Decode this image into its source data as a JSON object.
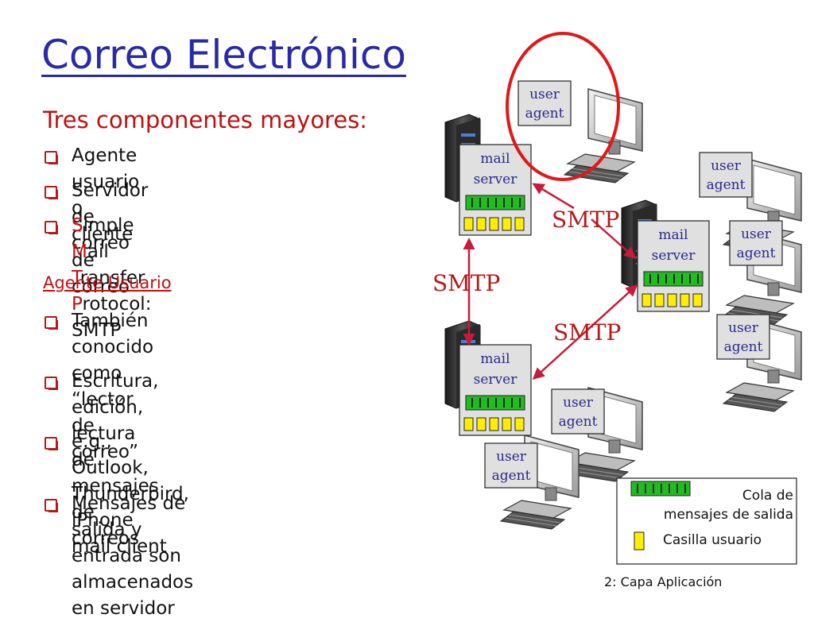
{
  "title": "Correo Electrónico",
  "subtitle": "Tres componentes mayores:",
  "bullets_main": [
    {
      "parts": [
        {
          "t": "Agente usuario o cliente de correo",
          "h": false
        }
      ]
    },
    {
      "parts": [
        {
          "t": "Servidor de correo",
          "h": false
        }
      ]
    },
    {
      "parts": [
        {
          "t": "S",
          "h": true
        },
        {
          "t": "imple ",
          "h": false
        },
        {
          "t": "M",
          "h": true
        },
        {
          "t": "ail ",
          "h": false
        },
        {
          "t": "T",
          "h": true
        },
        {
          "t": "ransfer ",
          "h": false
        },
        {
          "t": "P",
          "h": true
        },
        {
          "t": "rotocol:\nSMTP",
          "h": false
        }
      ]
    }
  ],
  "agent_heading": "Agente Usuario",
  "bullets_agent": [
    "También conocido como “lector de\ncorreo”",
    "Escritura, edición, lectura de\nmensajes de correos",
    "e.g., Outlook, Thunderbird, iPhone\nmail client",
    "Mensajes de salida y entrada son\nalmacenados en servidor"
  ],
  "diagram": {
    "user_agent_label_1": "user",
    "user_agent_label_2": "agent",
    "mail_server_label_1": "mail",
    "mail_server_label_2": "server",
    "protocol_label": "SMTP",
    "legend_queue": "Cola de\nmensajes de salida",
    "legend_mailbox": "Casilla usuario",
    "colors": {
      "queue": "#22bb22",
      "mailbox": "#ffee00",
      "arrow": "#c81a3a",
      "highlight": "#e01818",
      "label_box": "#e0e0e0"
    }
  },
  "footer": "2: Capa Aplicación"
}
